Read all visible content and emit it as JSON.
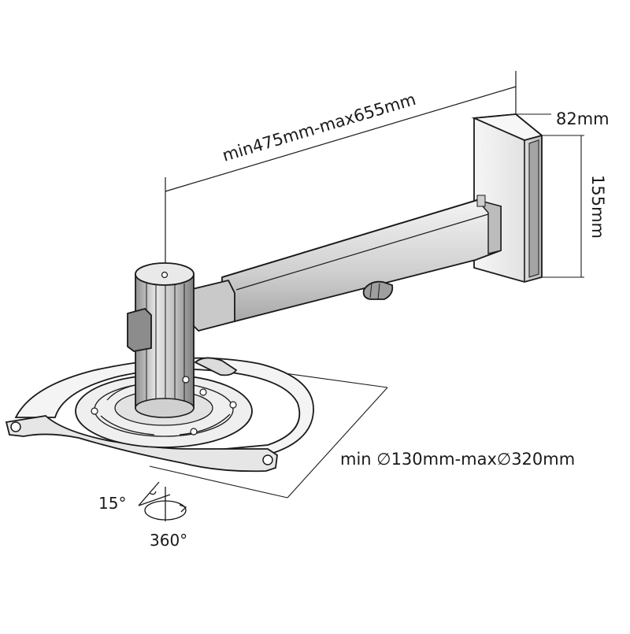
{
  "labels": {
    "arm_length": "min475mm-max655mm",
    "plate_depth": "82mm",
    "plate_height": "155mm",
    "clamp_range": "min ∅130mm-max∅320mm",
    "tilt": "15°",
    "rotation": "360°"
  },
  "colors": {
    "stroke": "#1a1a1a",
    "metal_light": "#f2f2f2",
    "metal_mid": "#d9d9d9",
    "metal_dark": "#9a9a9a"
  },
  "icons": {
    "tilt": "tilt-arrow-icon",
    "rotation": "rotation-arrow-icon"
  }
}
